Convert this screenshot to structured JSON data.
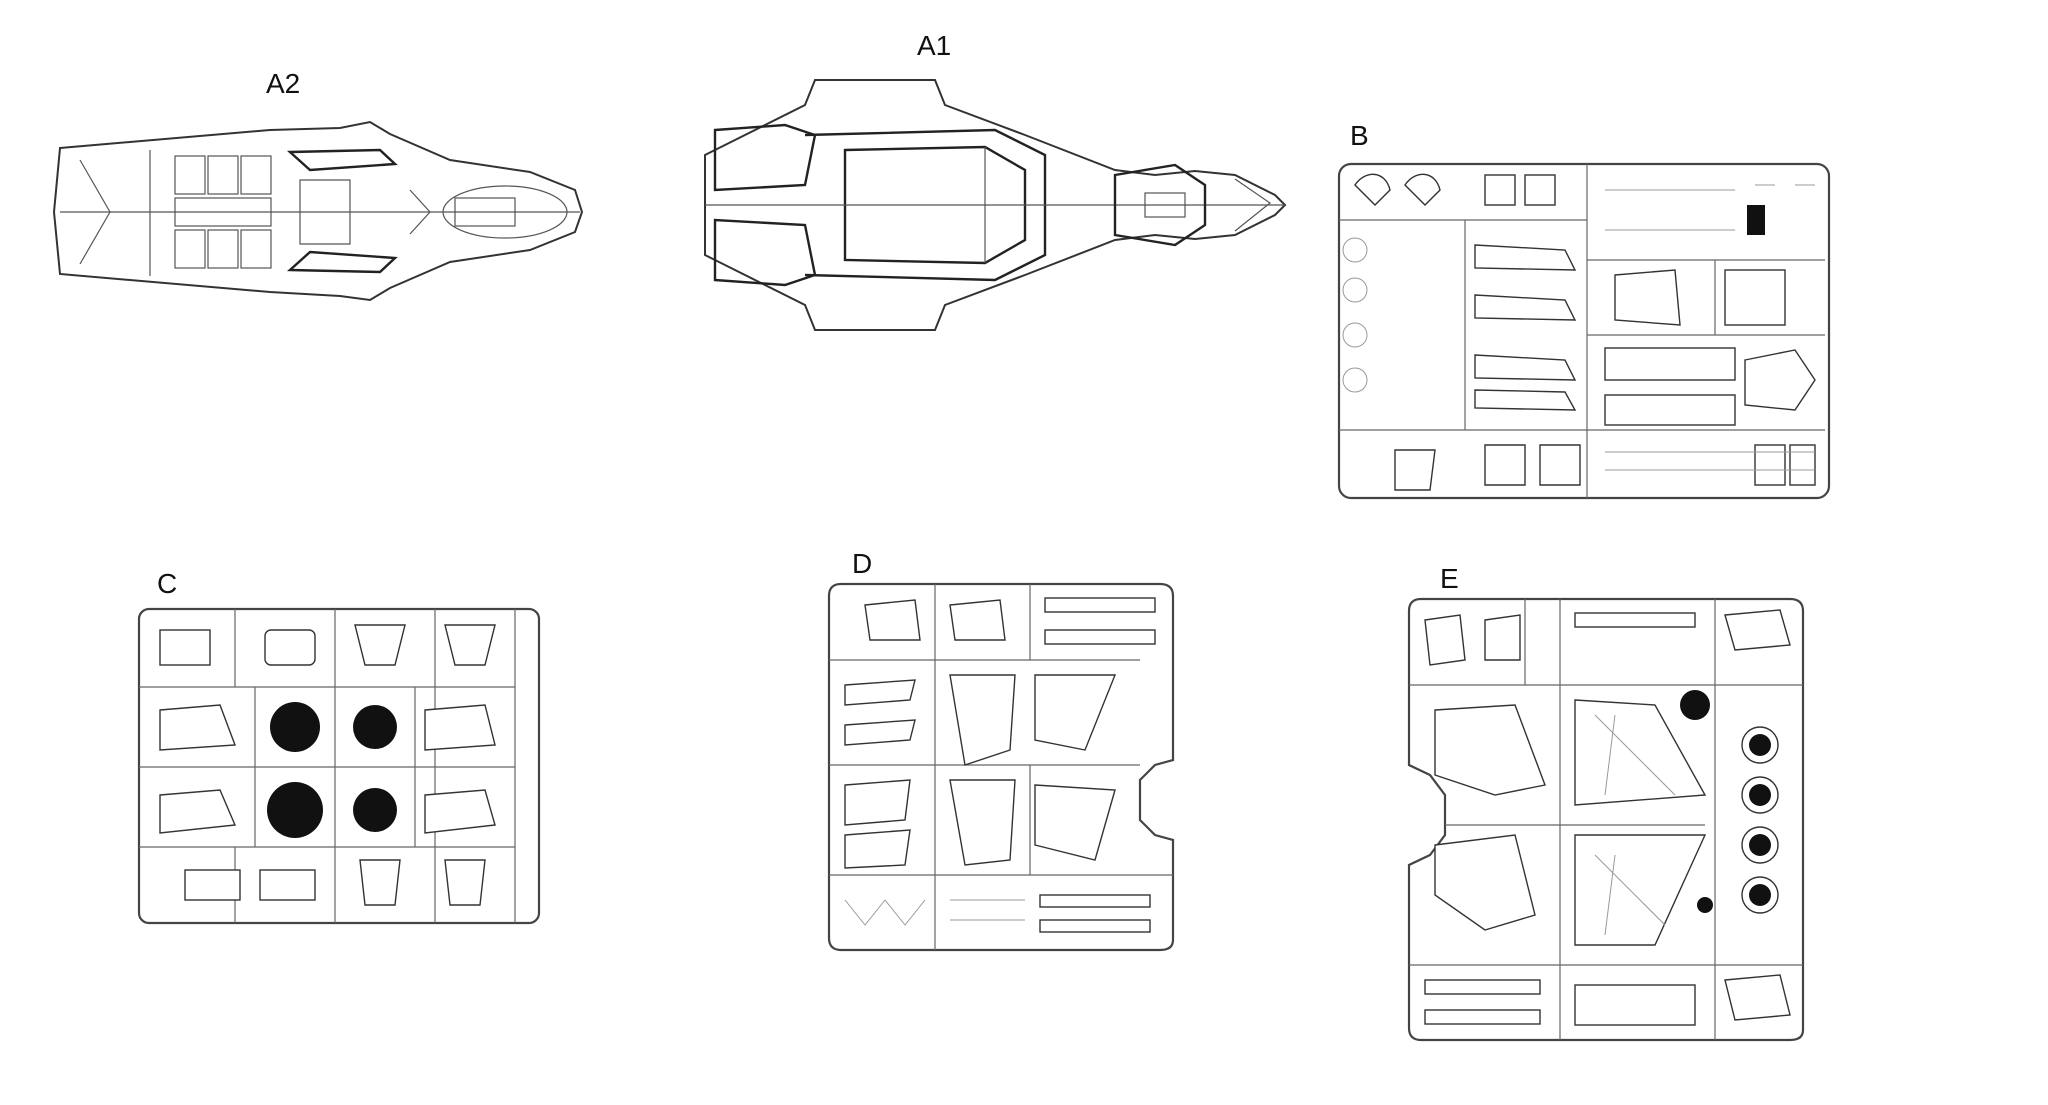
{
  "labels": {
    "a2": "A2",
    "a1": "A1",
    "b": "B",
    "c": "C",
    "d": "D",
    "e": "E"
  },
  "colors": {
    "line": "#333333",
    "fill_dark": "#111111",
    "background": "#ffffff"
  }
}
